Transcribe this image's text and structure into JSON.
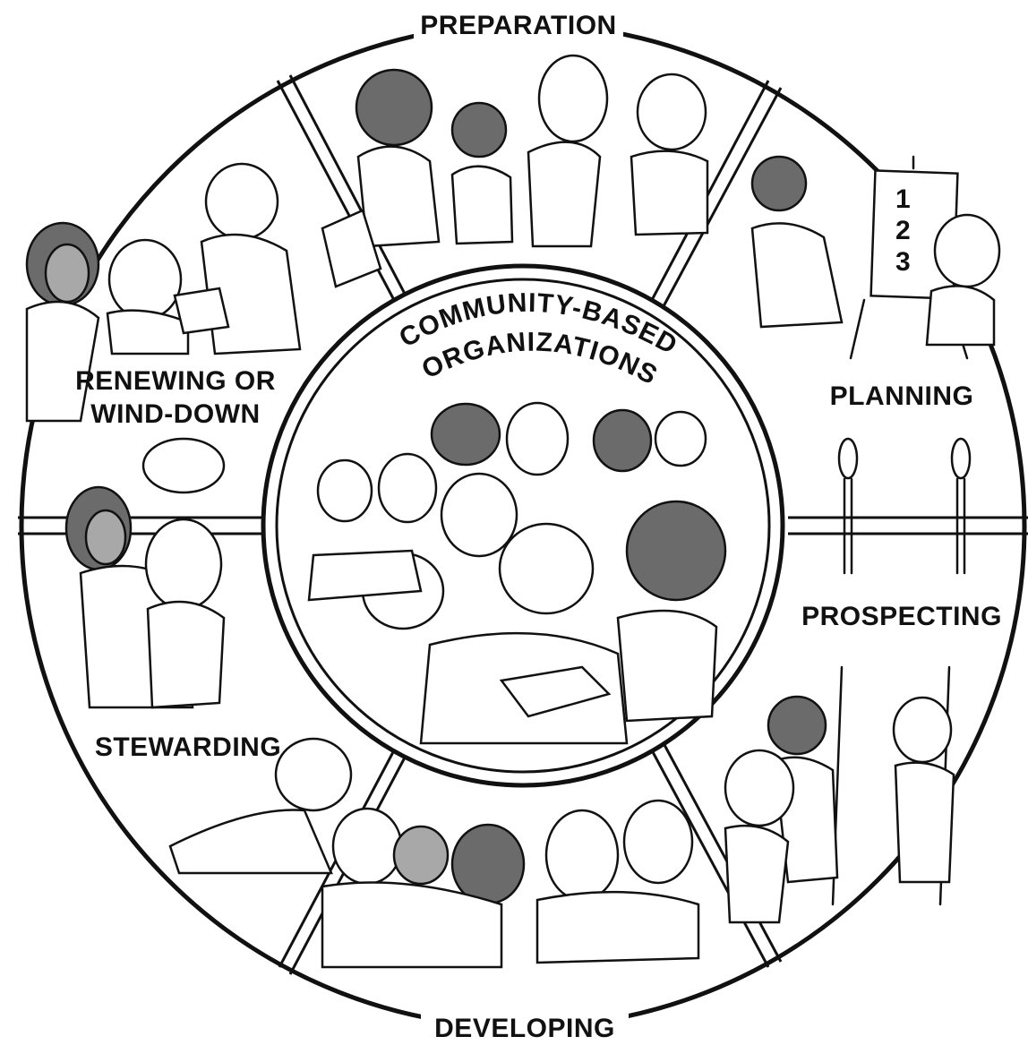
{
  "diagram": {
    "center_label": {
      "line1": "COMMUNITY-BASED",
      "line2": "ORGANIZATIONS"
    },
    "segments": [
      {
        "id": "preparation",
        "label": "PREPARATION"
      },
      {
        "id": "planning",
        "label": "PLANNING"
      },
      {
        "id": "prospecting",
        "label": "PROSPECTING"
      },
      {
        "id": "developing",
        "label": "DEVELOPING"
      },
      {
        "id": "stewarding",
        "label": "STEWARDING"
      },
      {
        "id": "renewing",
        "label_line1": "RENEWING OR",
        "label_line2": "WIND-DOWN"
      }
    ],
    "easel_items": [
      "1",
      "2",
      "3"
    ],
    "colors": {
      "ink": "#111111",
      "dark_fill": "#6b6b6b",
      "mid_fill": "#a8a8a8",
      "background": "#ffffff"
    }
  }
}
